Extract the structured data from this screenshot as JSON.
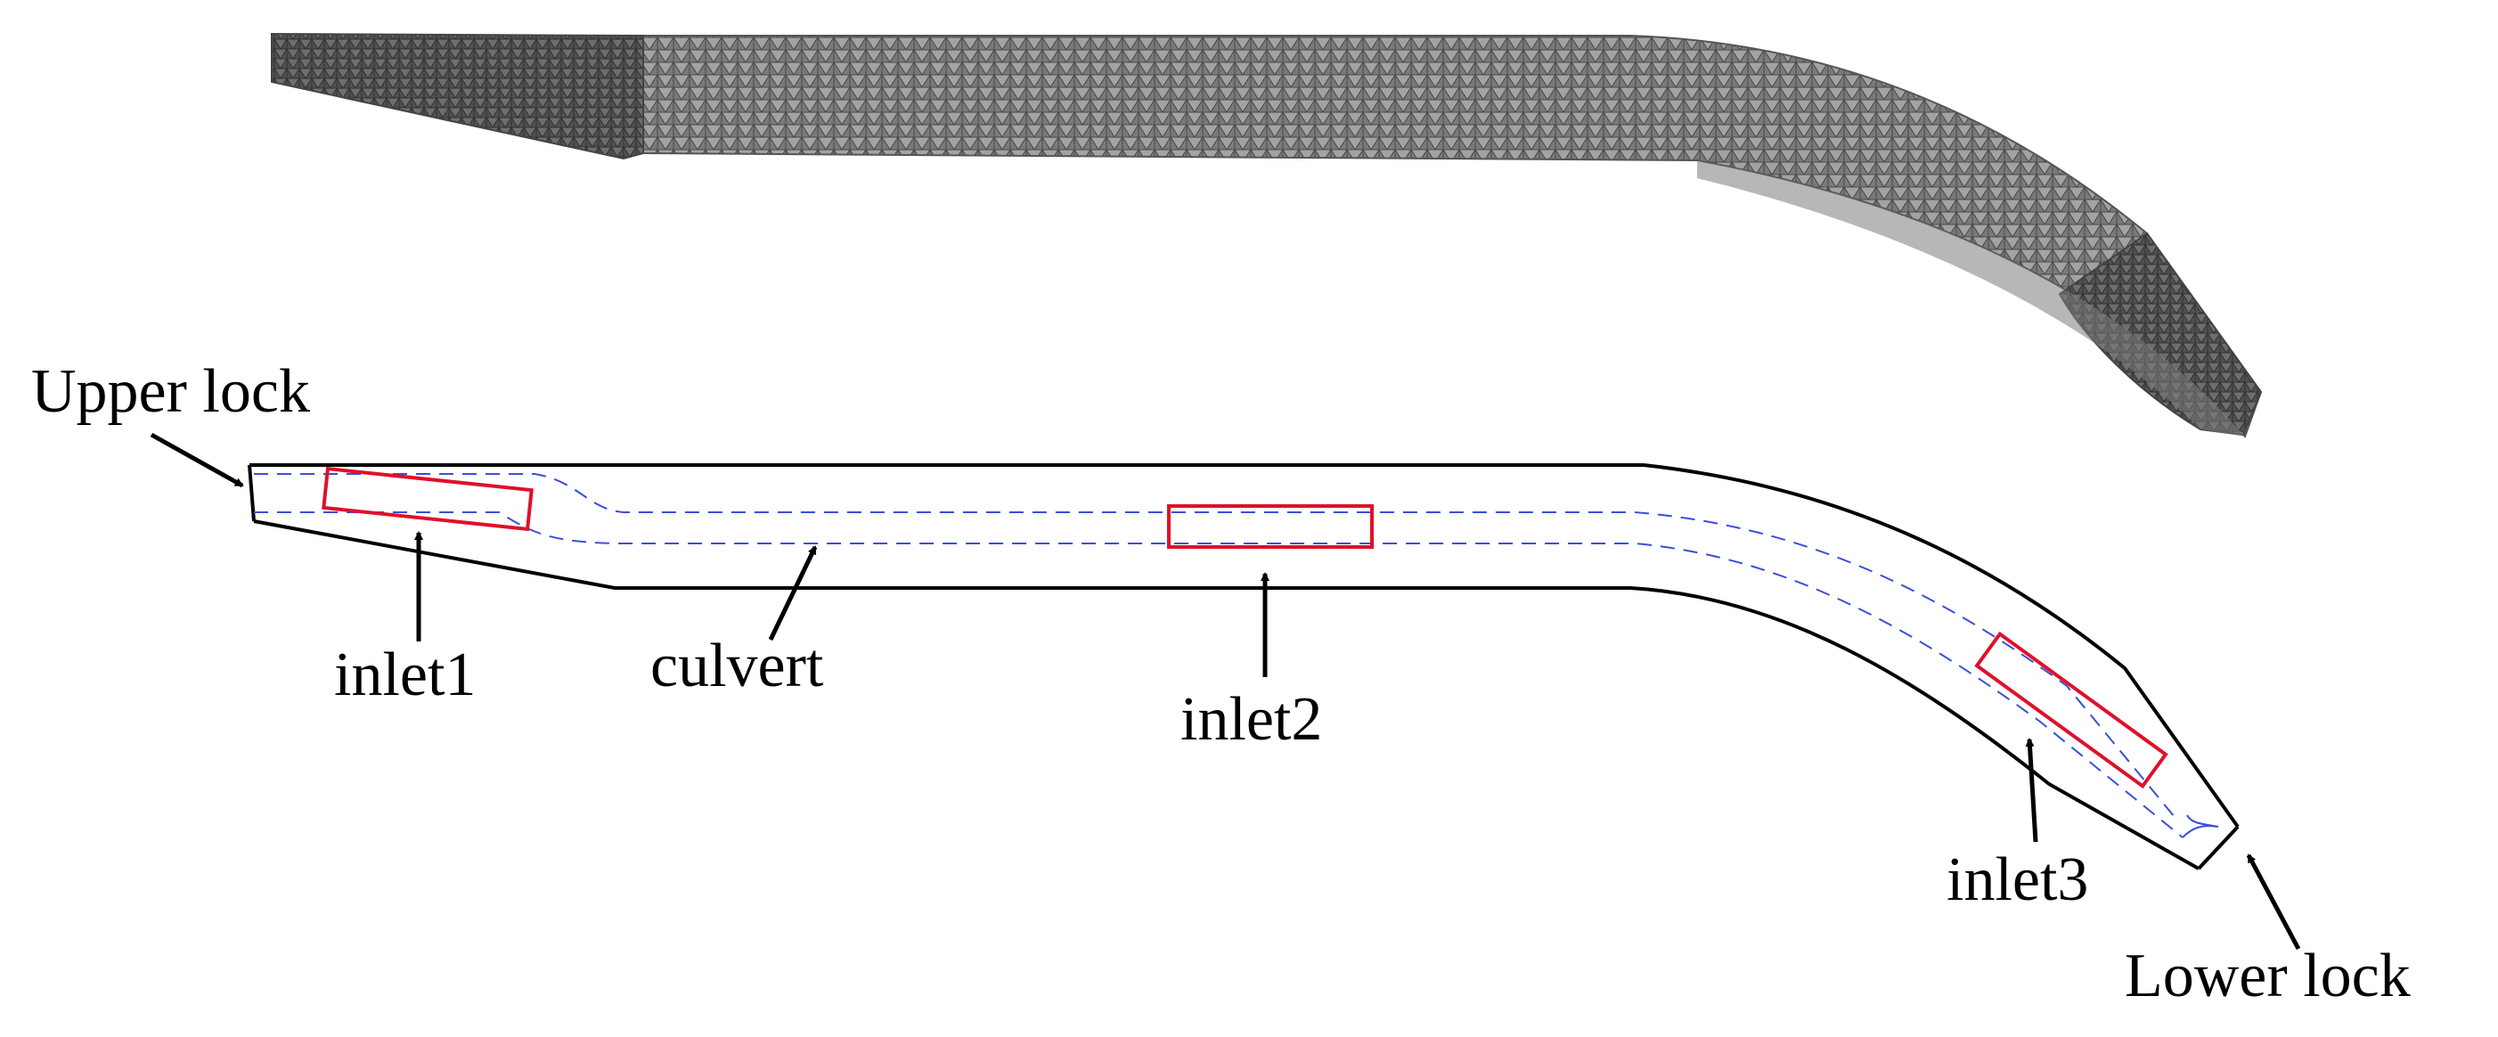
{
  "labels": {
    "upper_lock": "Upper lock",
    "lower_lock": "Lower lock",
    "culvert": "culvert",
    "inlet1": "inlet1",
    "inlet2": "inlet2",
    "inlet3": "inlet3"
  },
  "colors": {
    "outline": "#000000",
    "inlet_box": "#e0102a",
    "centerline": "#3a4fd8",
    "mesh_dark": "#555555",
    "mesh_light": "#9a9a9a"
  }
}
